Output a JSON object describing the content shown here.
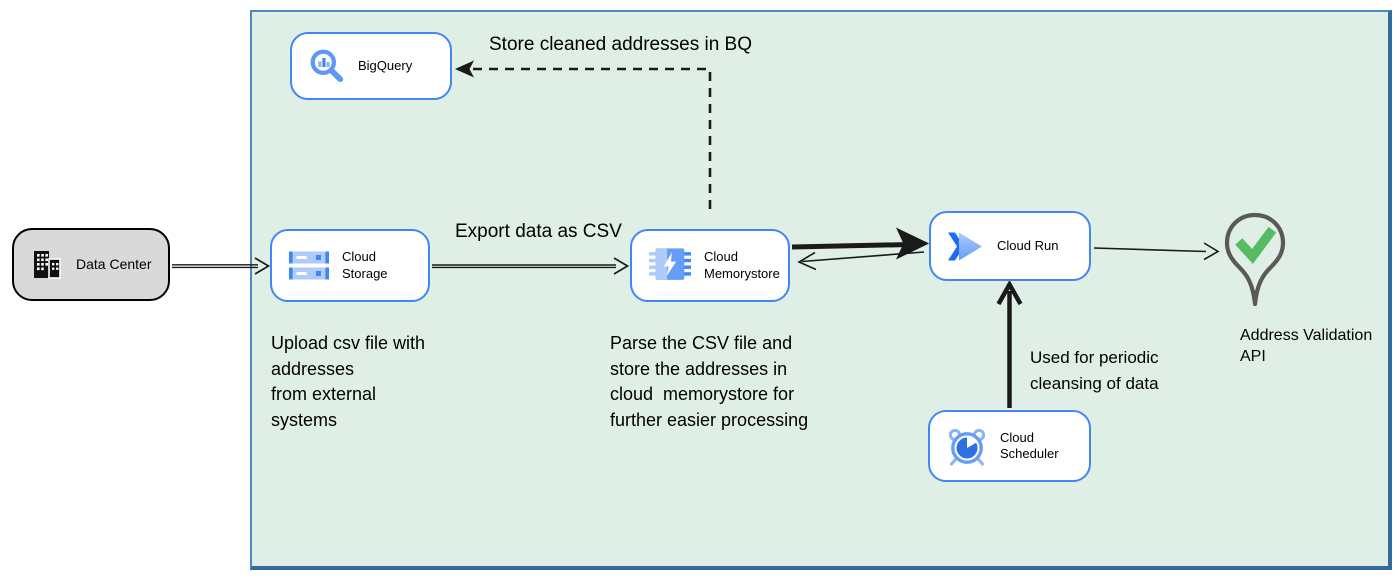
{
  "nodes": {
    "data_center": {
      "label": "Data Center"
    },
    "bigquery": {
      "label": "BigQuery"
    },
    "cloud_storage": {
      "label": "Cloud Storage"
    },
    "cloud_memorystore": {
      "label": "Cloud\nMemorystore"
    },
    "cloud_run": {
      "label": "Cloud Run"
    },
    "cloud_scheduler": {
      "label": "Cloud Scheduler"
    },
    "address_validation": {
      "label": "Address Validation\nAPI"
    }
  },
  "edge_labels": {
    "store_bq": "Store cleaned addresses in BQ",
    "export_csv": "Export data as CSV",
    "periodic": "Used for periodic\ncleansing of data"
  },
  "annotations": {
    "upload_csv": "Upload csv file with\naddresses\nfrom external\nsystems",
    "parse_csv": "Parse the CSV file and\nstore the addresses in\ncloud  memorystore for\nfurther easier processing"
  },
  "colors": {
    "container_fill": "#e0efe6",
    "container_border": "#4e88c4",
    "node_border": "#4285f4",
    "datacenter_fill": "#d9d9d9",
    "icon_blue": "#4285f4",
    "icon_mid_blue": "#669df6",
    "icon_light_blue": "#aecbfa",
    "pin_gray": "#595959",
    "check_green": "#57bb63",
    "edge_black": "#1a1a1a"
  }
}
